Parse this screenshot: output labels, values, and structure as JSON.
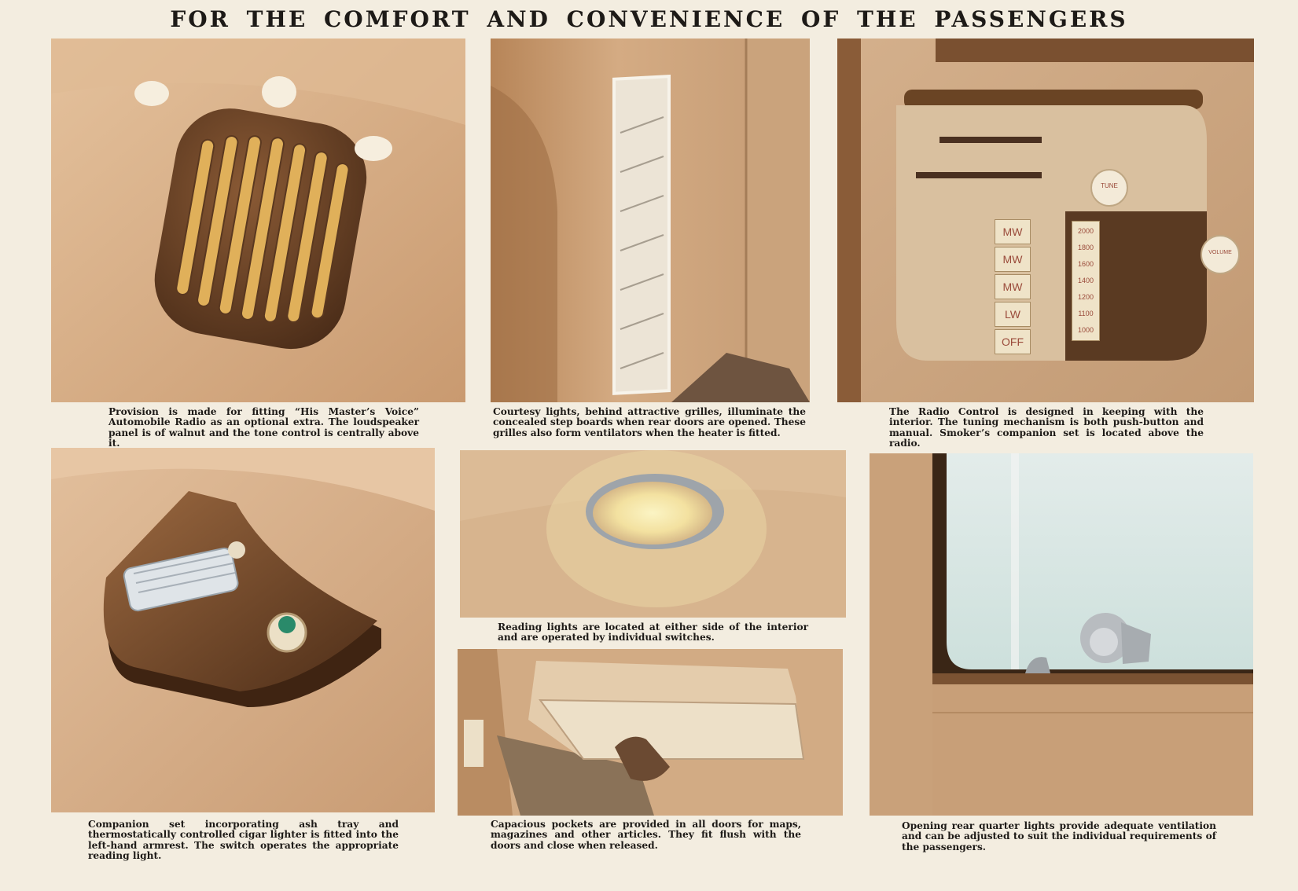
{
  "page": {
    "title": "FOR THE COMFORT AND CONVENIENCE OF THE PASSENGERS"
  },
  "panels": [
    {
      "id": "radio-speaker",
      "caption": "Provision is made for fitting “His Master’s Voice” Automobile Radio as an optional extra. The loudspeaker panel is of walnut and the tone control is centrally above it."
    },
    {
      "id": "courtesy-lights",
      "caption": "Courtesy lights, behind attractive grilles, illuminate the concealed step boards when rear doors are opened. These grilles also form ventilators when the heater is fitted."
    },
    {
      "id": "radio-control",
      "caption": "The Radio Control is designed in keeping with the interior. The tuning mechanism is both push-button and manual. Smoker’s companion set is located above the radio.",
      "buttons": [
        "MW",
        "MW",
        "MW",
        "LW",
        "OFF"
      ],
      "dial": [
        "2000",
        "1800",
        "1600",
        "1400",
        "1200",
        "1100",
        "1000"
      ],
      "knob_top": "TUNE",
      "knob_right": "VOLUME"
    },
    {
      "id": "companion-set",
      "caption": "Companion set incorporating ash tray and thermostatically controlled cigar lighter is fitted into the left-hand armrest. The switch operates the appropriate reading light."
    },
    {
      "id": "reading-lights",
      "caption": "Reading lights are located at either side of the interior and are operated by individual switches."
    },
    {
      "id": "door-pockets",
      "caption": "Capacious pockets are provided in all doors for maps, magazines and other articles. They fit flush with the doors and close when released."
    },
    {
      "id": "quarter-lights",
      "caption": "Opening rear quarter lights provide adequate ventilation and can be adjusted to suit the individual requirements of the passengers."
    }
  ]
}
